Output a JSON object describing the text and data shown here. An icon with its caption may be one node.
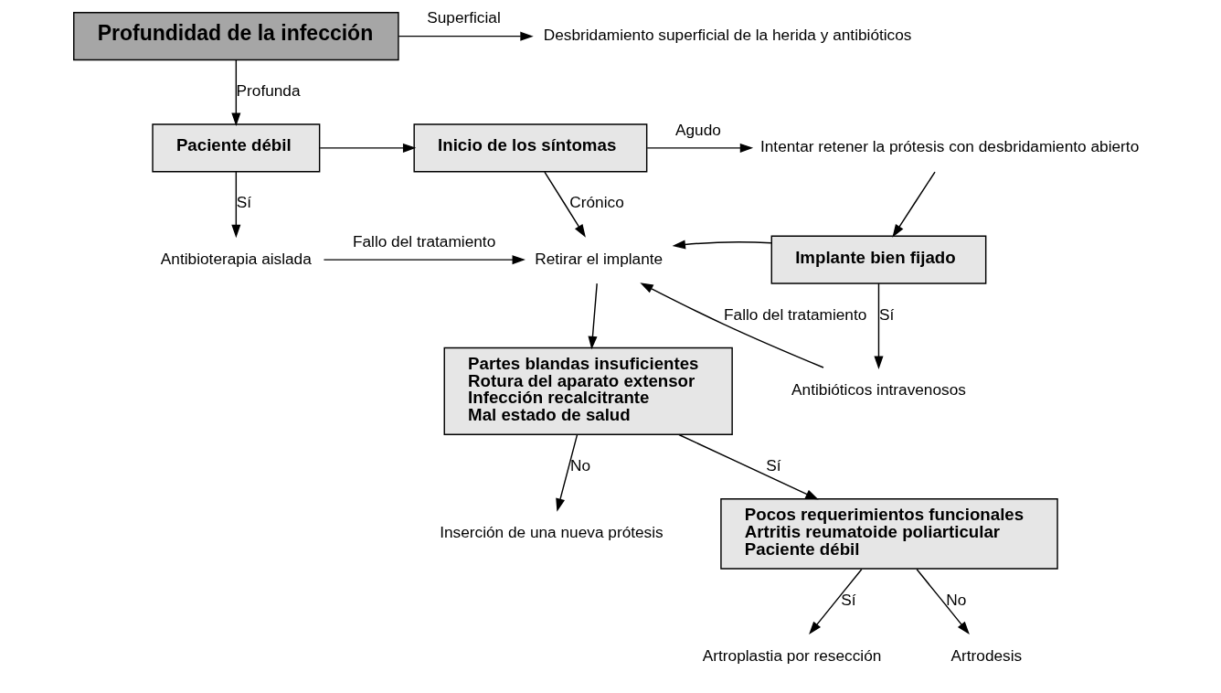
{
  "diagram": {
    "nodes": [
      {
        "text": [
          "Profundidad de la infección"
        ]
      },
      {
        "text": [
          "Desbridamiento superficial de la herida y antibióticos"
        ]
      },
      {
        "text": [
          "Paciente débil"
        ]
      },
      {
        "text": [
          "Inicio de los síntomas"
        ]
      },
      {
        "text": [
          "Intentar retener la prótesis con desbridamiento abierto"
        ]
      },
      {
        "text": [
          "Antibioterapia aislada"
        ]
      },
      {
        "text": [
          "Retirar el implante"
        ]
      },
      {
        "text": [
          "Implante bien fijado"
        ]
      },
      {
        "text": [
          "Antibióticos intravenosos"
        ]
      },
      {
        "text": [
          "Partes blandas insuficientes",
          "Rotura del aparato extensor",
          "Infección recalcitrante",
          "Mal estado de salud"
        ]
      },
      {
        "text": [
          "Inserción de una nueva prótesis"
        ]
      },
      {
        "text": [
          "Pocos requerimientos funcionales",
          "Artritis reumatoide poliarticular",
          "Paciente débil"
        ]
      },
      {
        "text": [
          "Artroplastia por resección"
        ]
      },
      {
        "text": [
          "Artrodesis"
        ]
      }
    ],
    "edges": [
      {
        "from": 0,
        "to": 1,
        "arrow": "to",
        "label": "Superficial"
      },
      {
        "from": 0,
        "to": 2,
        "arrow": "to",
        "label": "Profunda"
      },
      {
        "from": 2,
        "to": 3,
        "arrow": "to"
      },
      {
        "from": 3,
        "to": 4,
        "arrow": "to",
        "label": "Agudo"
      },
      {
        "from": 2,
        "to": 5,
        "arrow": "to",
        "label": "Sí"
      },
      {
        "from": 3,
        "to": 6,
        "arrow": "to",
        "label": "Crónico"
      },
      {
        "from": 5,
        "to": 6,
        "arrow": "to",
        "label": "Fallo del tratamiento"
      },
      {
        "from": 4,
        "to": 7,
        "arrow": "to"
      },
      {
        "from": 7,
        "to": 6,
        "arrow": "to"
      },
      {
        "from": 7,
        "to": 8,
        "arrow": "to",
        "label": "Sí"
      },
      {
        "from": 8,
        "to": 6,
        "arrow": "to",
        "label": "Fallo del tratamiento"
      },
      {
        "from": 6,
        "to": 9,
        "arrow": "to"
      },
      {
        "from": 9,
        "to": 10,
        "arrow": "to",
        "label": "No"
      },
      {
        "from": 9,
        "to": 11,
        "arrow": "to",
        "label": "Sí"
      },
      {
        "from": 11,
        "to": 12,
        "arrow": "to",
        "label": "Sí"
      },
      {
        "from": 11,
        "to": 13,
        "arrow": "to",
        "label": "No"
      }
    ]
  }
}
